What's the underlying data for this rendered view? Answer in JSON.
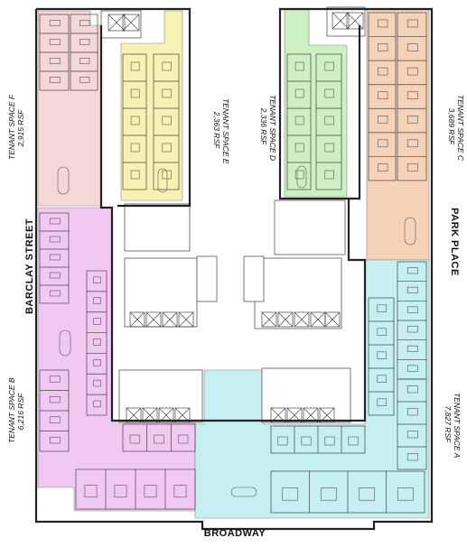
{
  "streets": {
    "west": "BARCLAY STREET",
    "east": "PARK PLACE",
    "south": "BROADWAY"
  },
  "tenants": {
    "f": {
      "name": "TENANT SPACE F",
      "area": "2,915 RSF",
      "color": "#f6d7d7"
    },
    "e": {
      "name": "TENANT SPACE E",
      "area": "2,363 RSF",
      "color": "#f7f2b4"
    },
    "d": {
      "name": "TENANT SPACE D",
      "area": "2,336 RSF",
      "color": "#cdf0c2"
    },
    "c": {
      "name": "TENANT SPACE C",
      "area": "3,689 RSF",
      "color": "#f5d2b8"
    },
    "b": {
      "name": "TENANT SPACE B",
      "area": "6,216 RSF",
      "color": "#f0c8f0"
    },
    "a": {
      "name": "TENANT SPACE A",
      "area": "7,827 RSF",
      "color": "#c6eff2"
    }
  },
  "colors": {
    "wall": "#333333",
    "core": "#ffffff"
  }
}
